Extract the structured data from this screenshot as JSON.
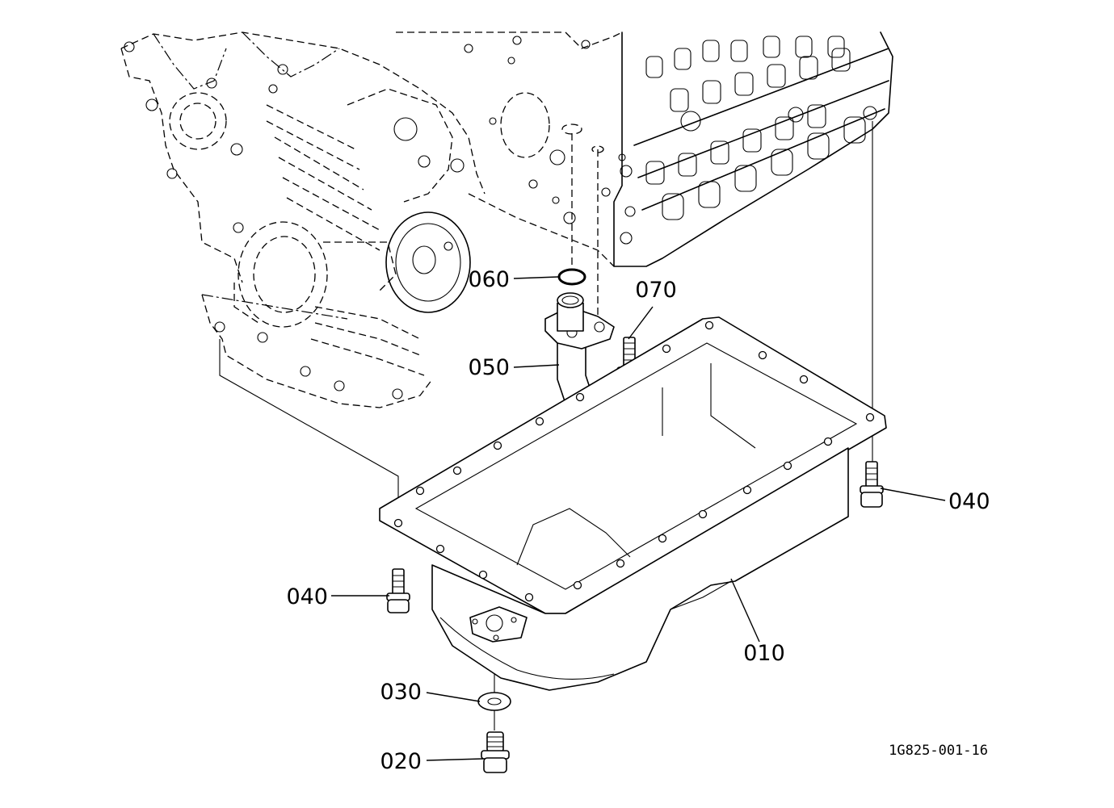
{
  "diagram": {
    "parts": [
      {
        "id": "oil-pan",
        "callout": "010"
      },
      {
        "id": "drain-plug",
        "callout": "020"
      },
      {
        "id": "drain-gasket",
        "callout": "030"
      },
      {
        "id": "pan-bolt-left",
        "callout": "040"
      },
      {
        "id": "pan-bolt-right",
        "callout": "040"
      },
      {
        "id": "oil-strainer",
        "callout": "050"
      },
      {
        "id": "o-ring",
        "callout": "060"
      },
      {
        "id": "strainer-bolt",
        "callout": "070"
      }
    ],
    "figure_id": "1G825-001-16"
  }
}
